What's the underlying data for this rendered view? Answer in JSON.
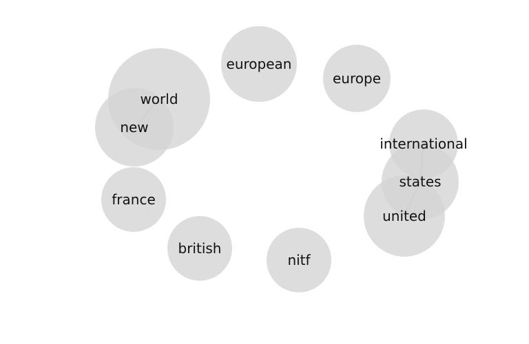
{
  "diagram": {
    "nodes": [
      {
        "id": "world",
        "label": "world"
      },
      {
        "id": "new",
        "label": "new"
      },
      {
        "id": "european",
        "label": "european"
      },
      {
        "id": "europe",
        "label": "europe"
      },
      {
        "id": "international",
        "label": "international"
      },
      {
        "id": "states",
        "label": "states"
      },
      {
        "id": "united",
        "label": "united"
      },
      {
        "id": "france",
        "label": "france"
      },
      {
        "id": "british",
        "label": "british"
      },
      {
        "id": "nitf",
        "label": "nitf"
      }
    ],
    "edges": [
      {
        "from": "world",
        "to": "new"
      },
      {
        "from": "international",
        "to": "states"
      },
      {
        "from": "states",
        "to": "united"
      }
    ],
    "colors": {
      "node_fill": "#d4d4d4",
      "edge": "#9a9a9a",
      "label": "#111111"
    }
  }
}
